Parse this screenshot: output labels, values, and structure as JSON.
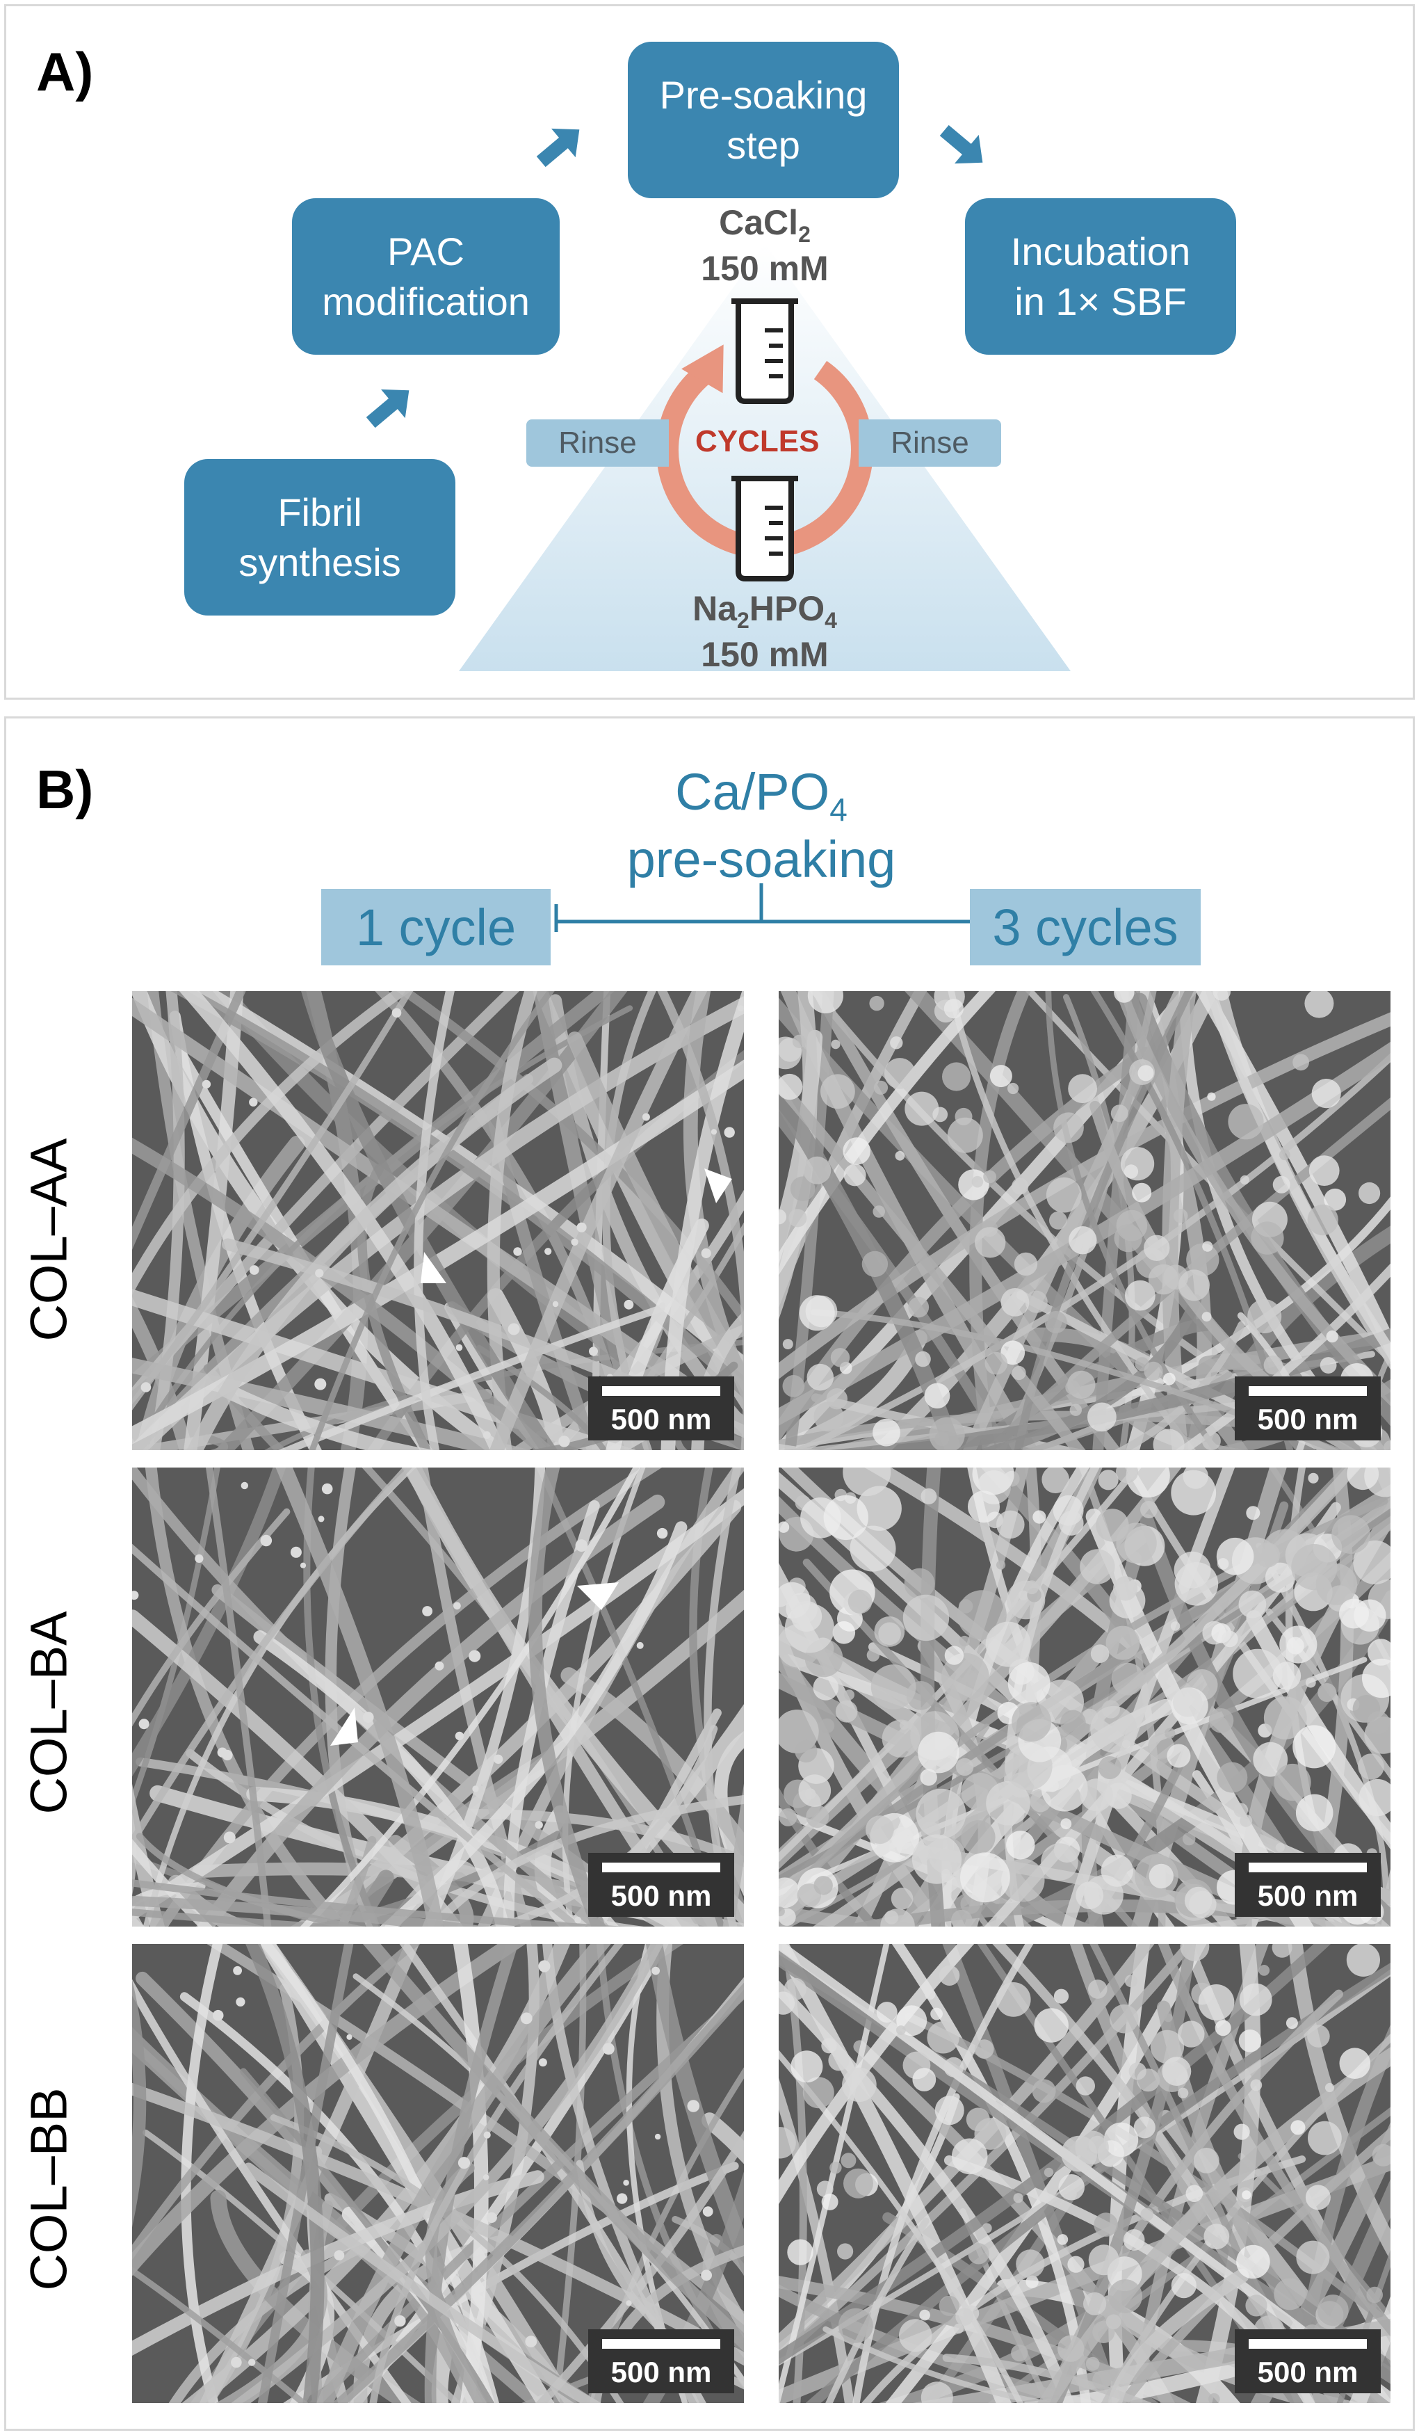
{
  "panel_a": {
    "letter": "A)",
    "steps": {
      "fibril": [
        "Fibril",
        "synthesis"
      ],
      "pac": [
        "PAC",
        "modification"
      ],
      "presoak": [
        "Pre-soaking",
        "step"
      ],
      "incubation": [
        "Incubation",
        "in 1× SBF"
      ]
    },
    "cacl2": {
      "formula": "CaCl",
      "sub": "2",
      "conc": "150 mM"
    },
    "na2hpo4": {
      "pre": "Na",
      "sub1": "2",
      "mid": "HPO",
      "sub2": "4",
      "conc": "150 mM"
    },
    "rinse_left": "Rinse",
    "rinse_right": "Rinse",
    "cycles": "CYCLES",
    "colors": {
      "step_box": "#3b86b0",
      "cycle_arrow": "#e8957f",
      "cycles_text": "#c0392b",
      "triangle": "#cfe3ef"
    }
  },
  "panel_b": {
    "letter": "B)",
    "title_line1_pre": "Ca/PO",
    "title_line1_sub": "4",
    "title_line2": "pre-soaking",
    "col_1cycle": "1 cycle",
    "col_3cycles": "3 cycles",
    "rows": [
      "COL–AA",
      "COL–BA",
      "COL–BB"
    ],
    "scale_label": "500 nm"
  }
}
